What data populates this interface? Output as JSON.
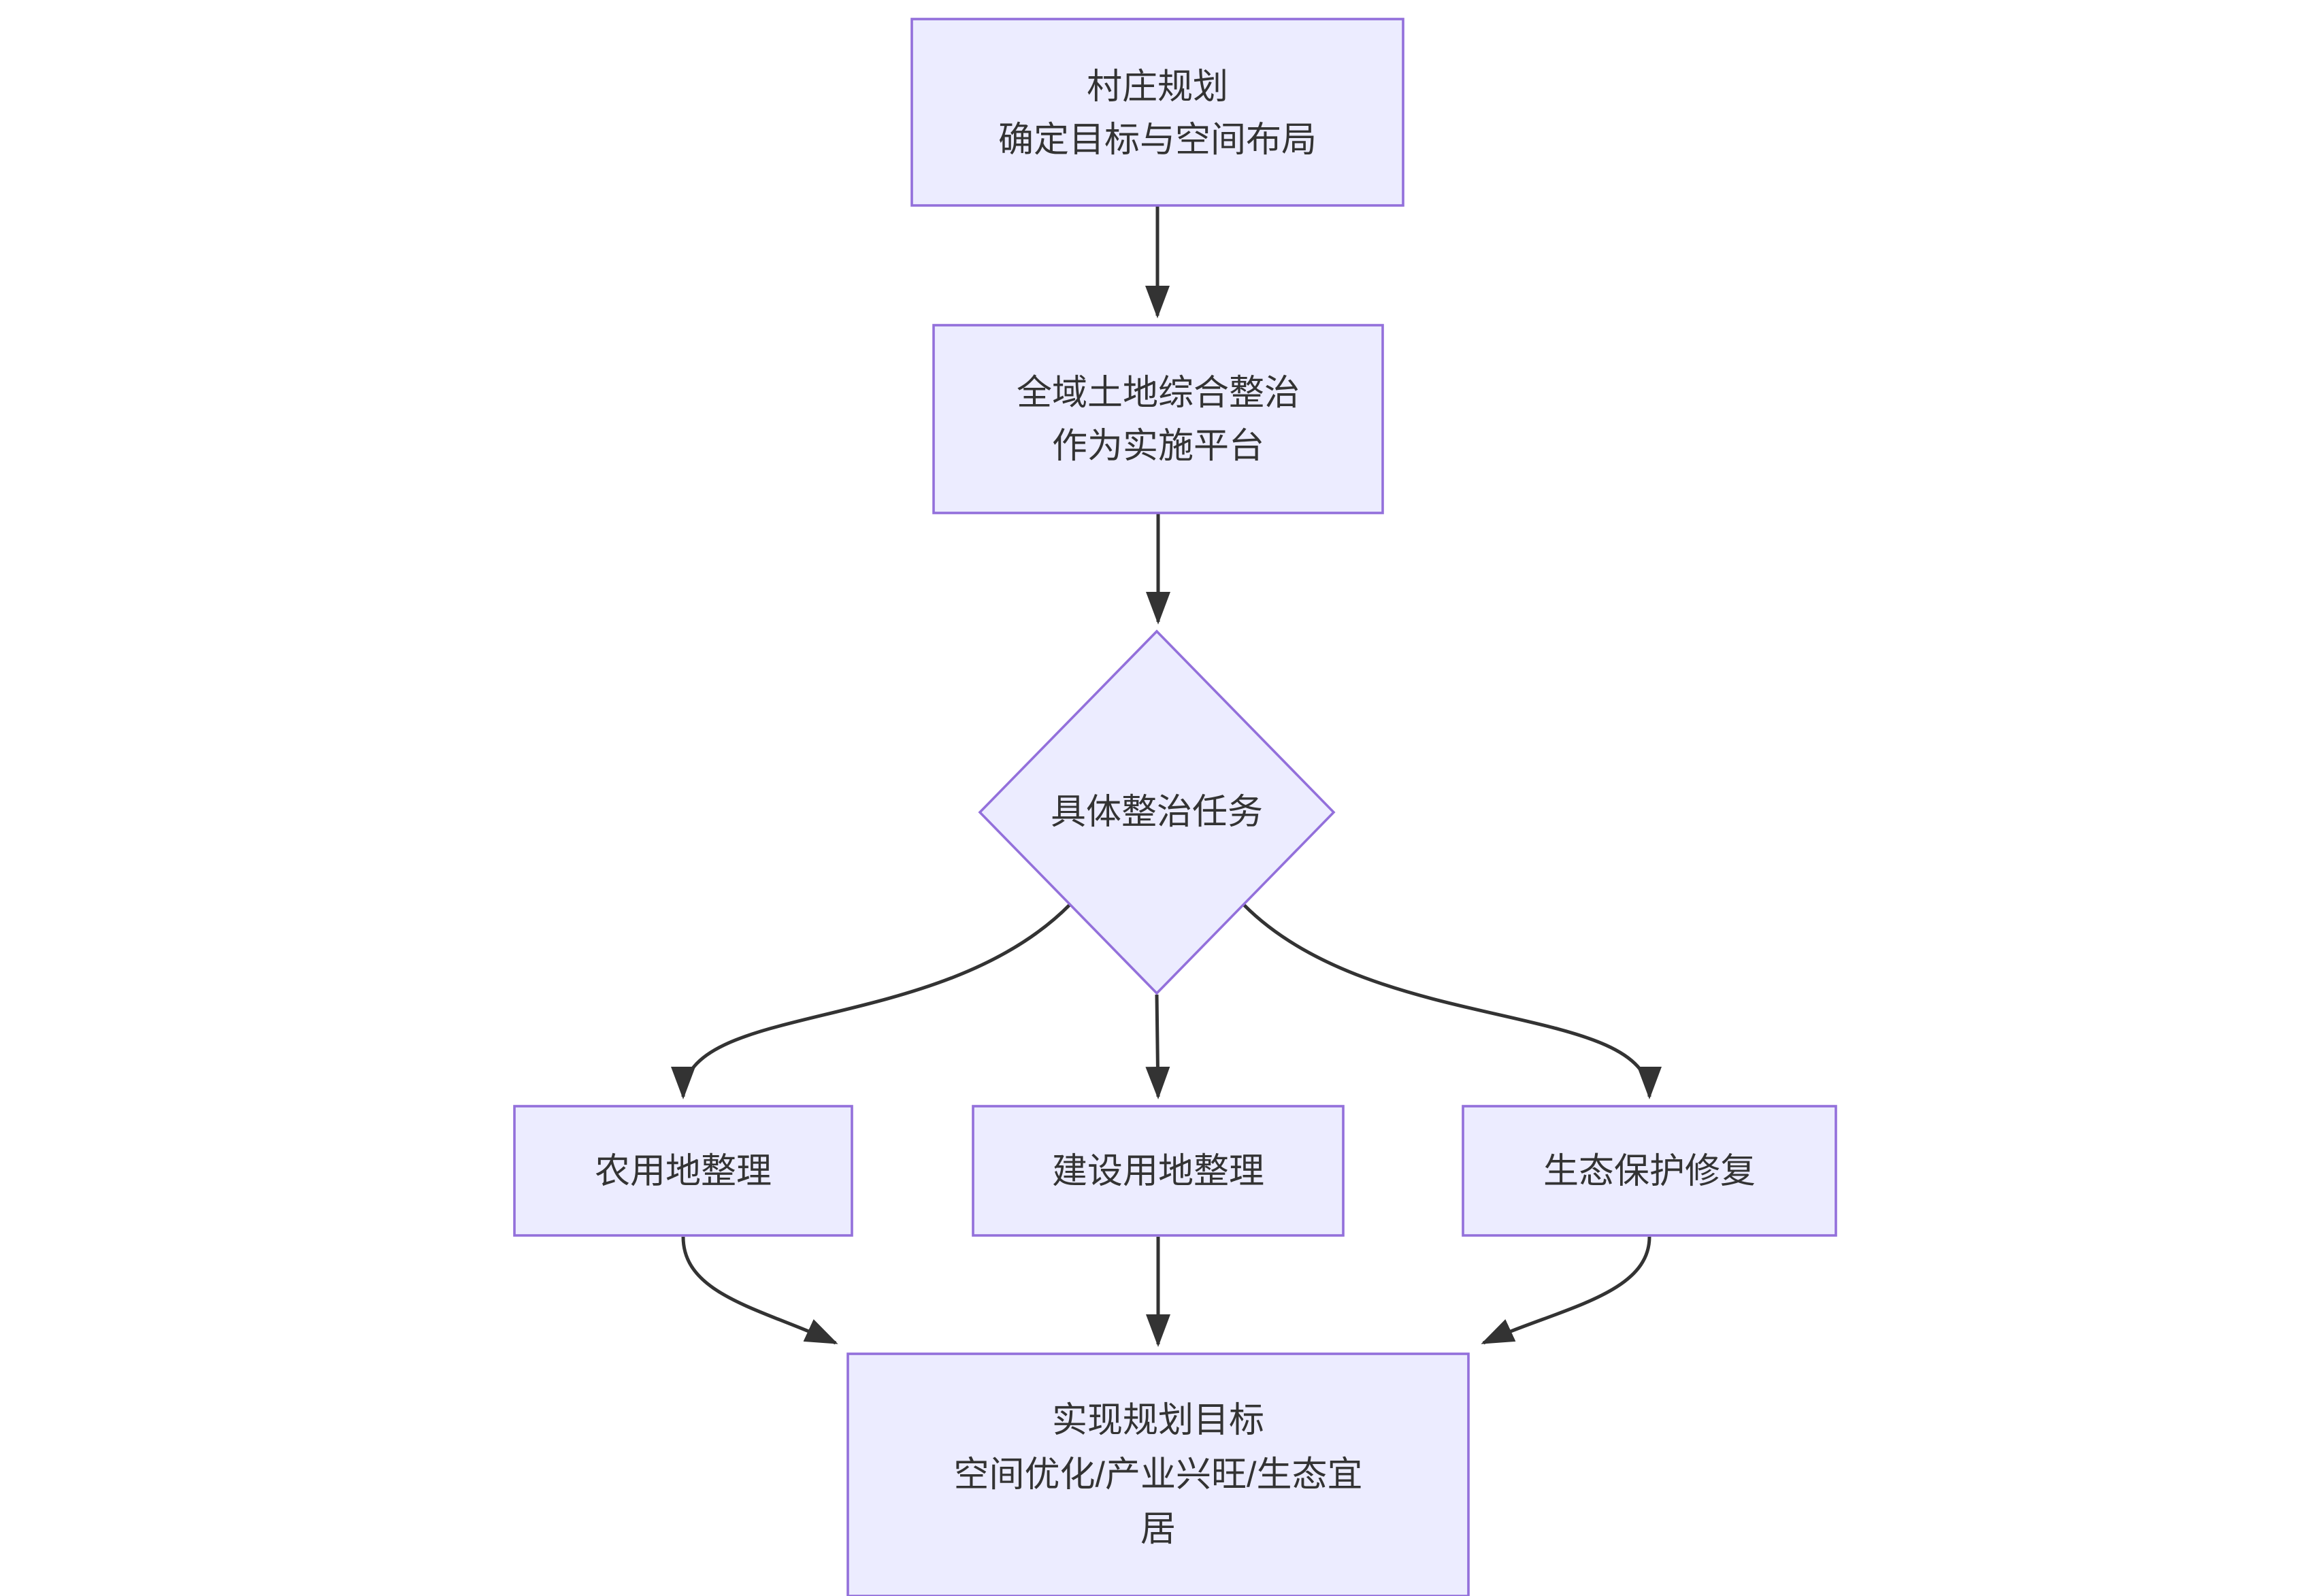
{
  "theme": {
    "background": "#ffffff",
    "node_fill": "#ECECFF",
    "node_border": "#9370DB",
    "edge_color": "#333333",
    "text_color": "#333333"
  },
  "diagram": {
    "kind": "flowchart-top-down",
    "nodes": {
      "village_planning": {
        "shape": "rect",
        "lines": [
          "村庄规划",
          "确定目标与空间布局"
        ]
      },
      "land_consolidation_platform": {
        "shape": "rect",
        "lines": [
          "全域土地综合整治",
          "作为实施平台"
        ]
      },
      "remediation_tasks": {
        "shape": "diamond",
        "lines": [
          "具体整治任务"
        ]
      },
      "farmland_consolidation": {
        "shape": "rect",
        "lines": [
          "农用地整理"
        ]
      },
      "construction_land_consolidation": {
        "shape": "rect",
        "lines": [
          "建设用地整理"
        ]
      },
      "ecological_restoration": {
        "shape": "rect",
        "lines": [
          "生态保护修复"
        ]
      },
      "planning_goal": {
        "shape": "rect",
        "lines": [
          "实现规划目标",
          "空间优化/产业兴旺/生态宜",
          "居"
        ]
      }
    },
    "edges": [
      {
        "from": "village_planning",
        "to": "land_consolidation_platform"
      },
      {
        "from": "land_consolidation_platform",
        "to": "remediation_tasks"
      },
      {
        "from": "remediation_tasks",
        "to": "farmland_consolidation"
      },
      {
        "from": "remediation_tasks",
        "to": "construction_land_consolidation"
      },
      {
        "from": "remediation_tasks",
        "to": "ecological_restoration"
      },
      {
        "from": "farmland_consolidation",
        "to": "planning_goal"
      },
      {
        "from": "construction_land_consolidation",
        "to": "planning_goal"
      },
      {
        "from": "ecological_restoration",
        "to": "planning_goal"
      }
    ]
  }
}
